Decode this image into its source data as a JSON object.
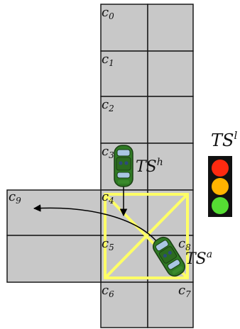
{
  "cells": [
    {
      "id": "c0",
      "name": "c",
      "sub": "0"
    },
    {
      "id": "c1",
      "name": "c",
      "sub": "1"
    },
    {
      "id": "c2",
      "name": "c",
      "sub": "2"
    },
    {
      "id": "c3",
      "name": "c",
      "sub": "3"
    },
    {
      "id": "c4",
      "name": "c",
      "sub": "4"
    },
    {
      "id": "c5",
      "name": "c",
      "sub": "5"
    },
    {
      "id": "c6",
      "name": "c",
      "sub": "6"
    },
    {
      "id": "c7",
      "name": "c",
      "sub": "7"
    },
    {
      "id": "c8",
      "name": "c",
      "sub": "8"
    },
    {
      "id": "c9",
      "name": "c",
      "sub": "9"
    }
  ],
  "vehicles": {
    "human": {
      "base": "TS",
      "sup": "h"
    },
    "autonomous": {
      "base": "TS",
      "sup": "a"
    }
  },
  "traffic_light": {
    "base": "TS",
    "sup": "l",
    "lamps": [
      {
        "name": "red",
        "color": "#ff2a10"
      },
      {
        "name": "amber",
        "color": "#ffb400"
      },
      {
        "name": "green",
        "color": "#55dd33"
      }
    ]
  },
  "colors": {
    "road": "#c8c8c8",
    "intersection_box": "#ffff66",
    "car_body": "#2f7a24",
    "arrow": "#000000"
  }
}
